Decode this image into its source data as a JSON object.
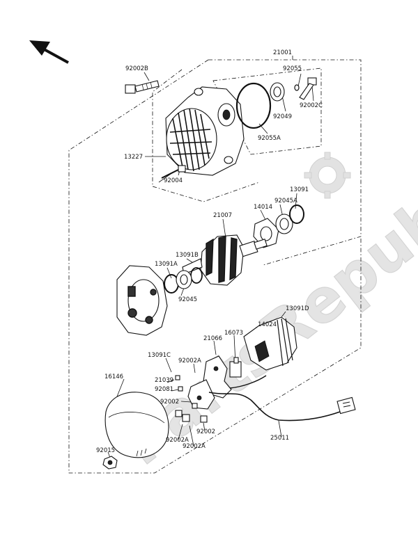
{
  "watermark": "PartsRepublik",
  "labels": {
    "l21001": "21001",
    "l92002B": "92002B",
    "l92055": "92055",
    "l92002C": "92002C",
    "l92049": "92049",
    "l92055A": "92055A",
    "l13227": "13227",
    "l92004": "92004",
    "l13091": "13091",
    "l14014": "14014",
    "l92045A": "92045A",
    "l21007": "21007",
    "l13091B": "13091B",
    "l13091A": "13091A",
    "l92045": "92045",
    "l13091D": "13091D",
    "l14024": "14024",
    "l16073": "16073",
    "l21066": "21066",
    "l13091C": "13091C",
    "l92002A_1": "92002A",
    "l21039": "21039",
    "l92081": "92081",
    "l16146": "16146",
    "l92002_1": "92002",
    "l92002_2": "92002",
    "l92002A_2": "92002A",
    "l92002A_3": "92002A",
    "l25011": "25011",
    "l92015": "92015"
  },
  "icons": {
    "direction": "front-direction-arrow-icon",
    "logo": "gear-logo-icon"
  }
}
